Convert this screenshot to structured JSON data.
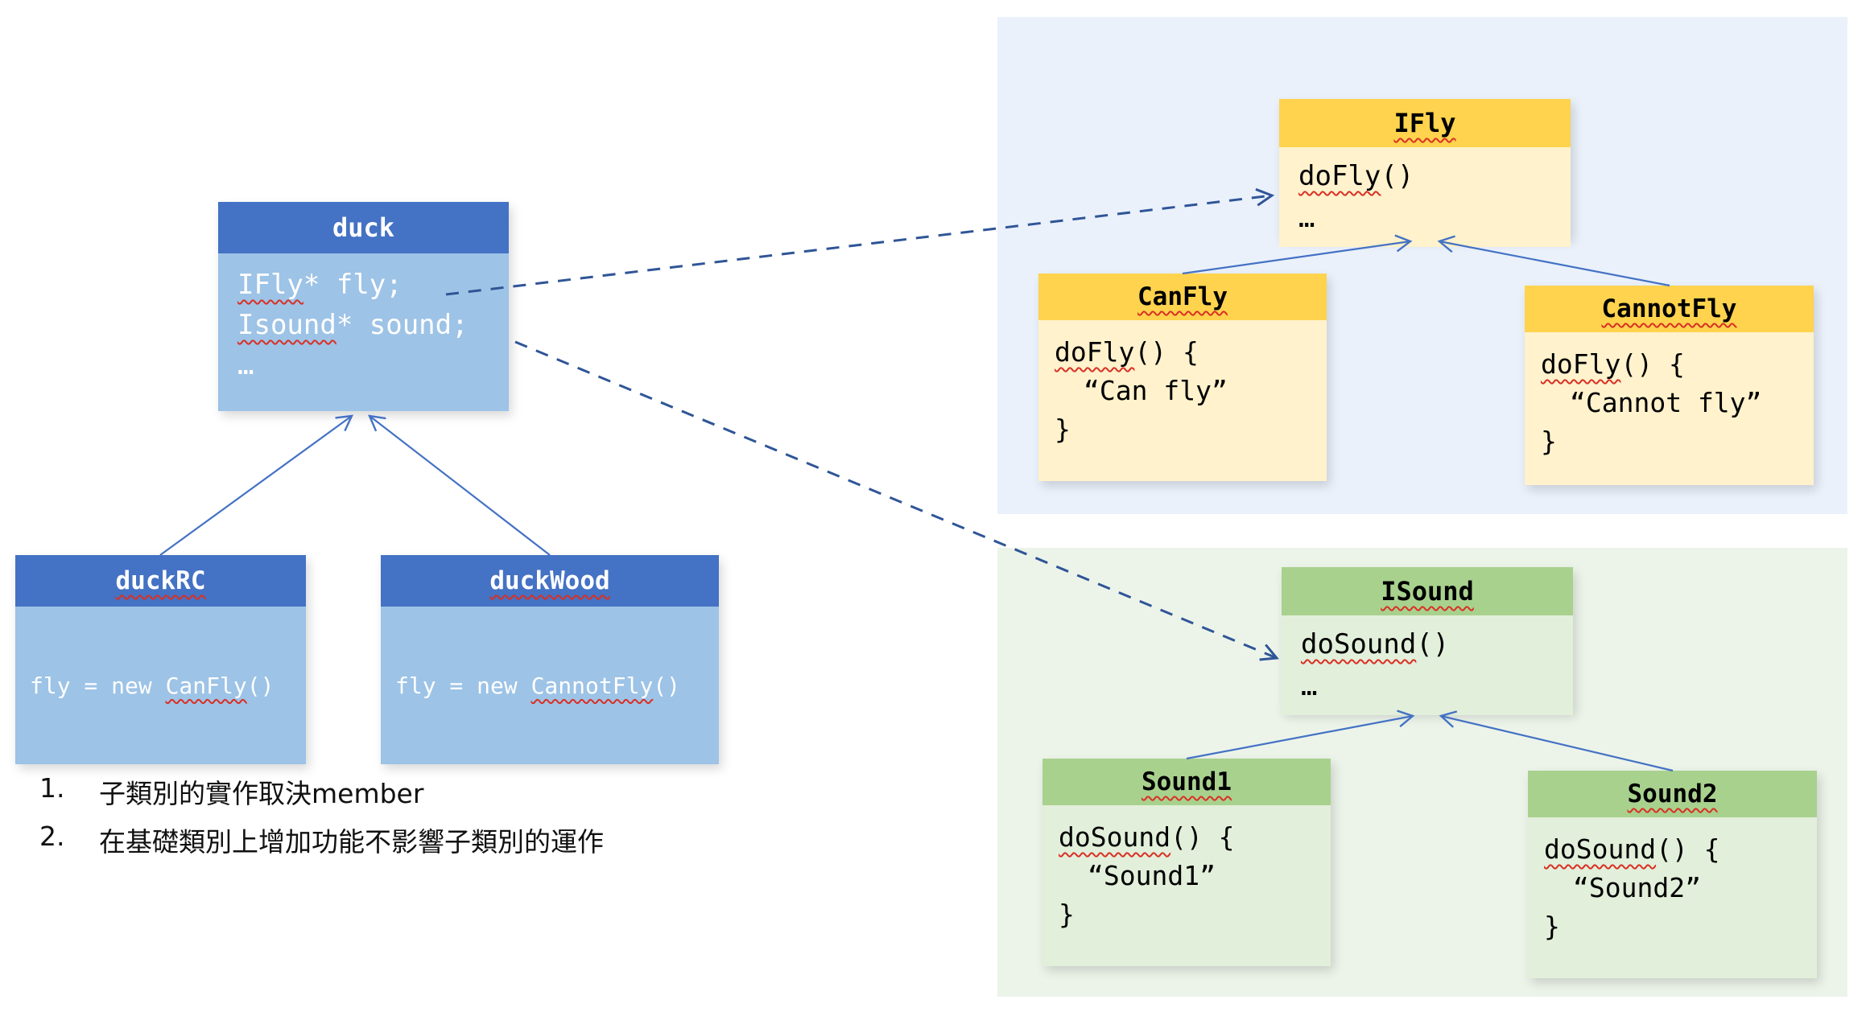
{
  "duck": {
    "title": "duck",
    "f1a": "IFly",
    "f1b": "* fly;",
    "f2a": "Isound",
    "f2b": "* sound;",
    "dots": "…"
  },
  "duckRC": {
    "title": "duckRC",
    "pre": "fly = new ",
    "cls": "CanFly",
    "suf": "()"
  },
  "duckWood": {
    "title": "duckWood",
    "pre": "fly = new ",
    "cls": "CannotFly",
    "suf": "()"
  },
  "ifly": {
    "title": "IFly",
    "m": "doFly",
    "ms": "()",
    "dots": "…"
  },
  "canfly": {
    "title": "CanFly",
    "m": "doFly",
    "ms": "() {",
    "q": "“Can fly”",
    "close": "}"
  },
  "cannotfly": {
    "title": "CannotFly",
    "m": "doFly",
    "ms": "() {",
    "q": "“Cannot fly”",
    "close": "}"
  },
  "isound": {
    "title": "ISound",
    "m": "doSound",
    "ms": "()",
    "dots": "…"
  },
  "sound1": {
    "title": "Sound1",
    "m": "doSound",
    "ms": "() {",
    "q": "“Sound1”",
    "close": "}"
  },
  "sound2": {
    "title": "Sound2",
    "m": "doSound",
    "ms": "() {",
    "q": "“Sound2”",
    "close": "}"
  },
  "notes": [
    {
      "num": "1.",
      "text": "子類別的實作取決member"
    },
    {
      "num": "2.",
      "text": "在基礎類別上增加功能不影響子類別的運作"
    }
  ],
  "relationships": [
    {
      "type": "inheritance",
      "from": "duckRC",
      "to": "duck"
    },
    {
      "type": "inheritance",
      "from": "duckWood",
      "to": "duck"
    },
    {
      "type": "inheritance",
      "from": "CanFly",
      "to": "IFly"
    },
    {
      "type": "inheritance",
      "from": "CannotFly",
      "to": "IFly"
    },
    {
      "type": "inheritance",
      "from": "Sound1",
      "to": "ISound"
    },
    {
      "type": "inheritance",
      "from": "Sound2",
      "to": "ISound"
    },
    {
      "type": "dashed-dependency",
      "from": "duck.fly",
      "to": "IFly"
    },
    {
      "type": "dashed-dependency",
      "from": "duck.sound",
      "to": "ISound"
    }
  ],
  "colors": {
    "blue_header": "#4472C4",
    "blue_body": "#9DC3E6",
    "yellow_header": "#FFD34D",
    "yellow_body": "#FFF2CC",
    "green_header": "#A9D18E",
    "green_body": "#E2EFDA",
    "panel_blue": "#EAF1FB",
    "panel_green": "#ECF4EA",
    "arrow": "#4472C4",
    "dashed_arrow": "#2F5597",
    "spellcheck_red": "#D93025"
  }
}
